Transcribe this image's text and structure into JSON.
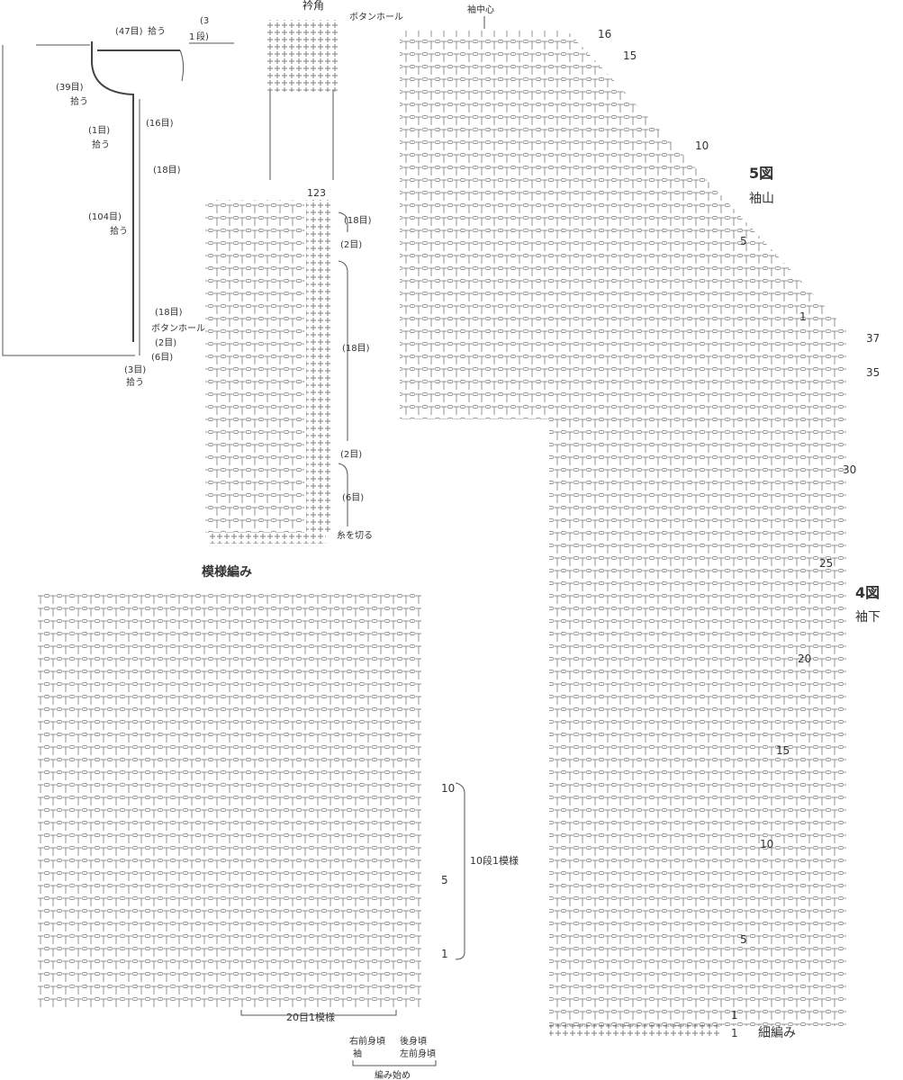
{
  "colors": {
    "ink": "#333333",
    "paper": "#ffffff"
  },
  "schematic": {
    "labels": {
      "sts47": "(47目)",
      "pick": "拾う",
      "rows3": "(3",
      "dan": "段)",
      "one": "1",
      "sts39": "(39目)",
      "sts1": "(1目)",
      "sts16": "(16目)",
      "sts18a": "(18目)",
      "sts104": "(104目)",
      "sts18b": "(18目)",
      "buttonhole": "ボタンホール",
      "sts2": "(2目)",
      "sts6": "(6目)",
      "sts3": "(3目)"
    }
  },
  "band_chart": {
    "title": "衿角",
    "buttonhole_label": "ボタンホール",
    "col_numbers": "123",
    "brackets": [
      "(18目)",
      "(2目)",
      "(18目)",
      "(2目)",
      "(6目)"
    ],
    "cut_yarn": "糸を切る"
  },
  "sleeve_chart": {
    "sleeve_center": "袖中心",
    "fig5_title": "5図",
    "fig5_sub": "袖山",
    "fig4_title": "4図",
    "fig4_sub": "袖下",
    "top_rows": [
      "16",
      "15",
      "10",
      "5",
      "1"
    ],
    "under_rows": [
      "37",
      "35",
      "30",
      "25",
      "20",
      "15",
      "10",
      "5",
      "1",
      "1"
    ],
    "edge_label": "細編み"
  },
  "pattern_chart": {
    "title": "模様編み",
    "row_labels": [
      "10",
      "5",
      "1"
    ],
    "repeat_rows": "10段1模様",
    "repeat_sts": "20目1模様",
    "right_front": "右前身頃",
    "sleeve": "袖",
    "back": "後身頃",
    "left_front": "左前身頃",
    "start": "編み始め"
  }
}
